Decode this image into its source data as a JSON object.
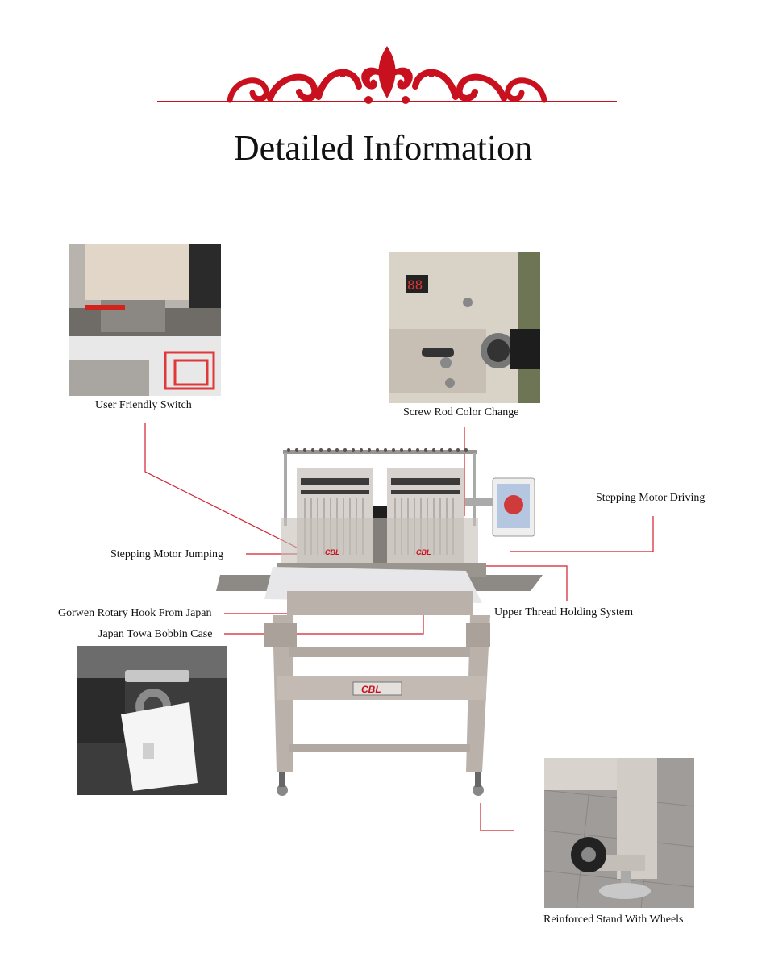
{
  "header": {
    "title": "Detailed Information"
  },
  "colors": {
    "accent_red": "#c8101e",
    "leader_line": "#d21f2b",
    "machine_body": "#b9b1aa",
    "table_top": "#8d8a86"
  },
  "labels": {
    "user_friendly_switch": "User Friendly Switch",
    "screw_rod_color_change": "Screw Rod Color Change",
    "stepping_motor_driving": "Stepping Motor Driving",
    "stepping_motor_jumping": "Stepping Motor Jumping",
    "upper_thread_holding_system": "Upper Thread Holding System",
    "gorwen_rotary_hook": "Gorwen Rotary Hook From Japan",
    "japan_towa_bobbin_case": "Japan Towa Bobbin Case",
    "reinforced_stand": "Reinforced Stand With Wheels"
  },
  "machine": {
    "brand_badge_1": "CBL",
    "brand_badge_2": "CBL",
    "stand_badge": "CBL",
    "color_counter": "88"
  }
}
